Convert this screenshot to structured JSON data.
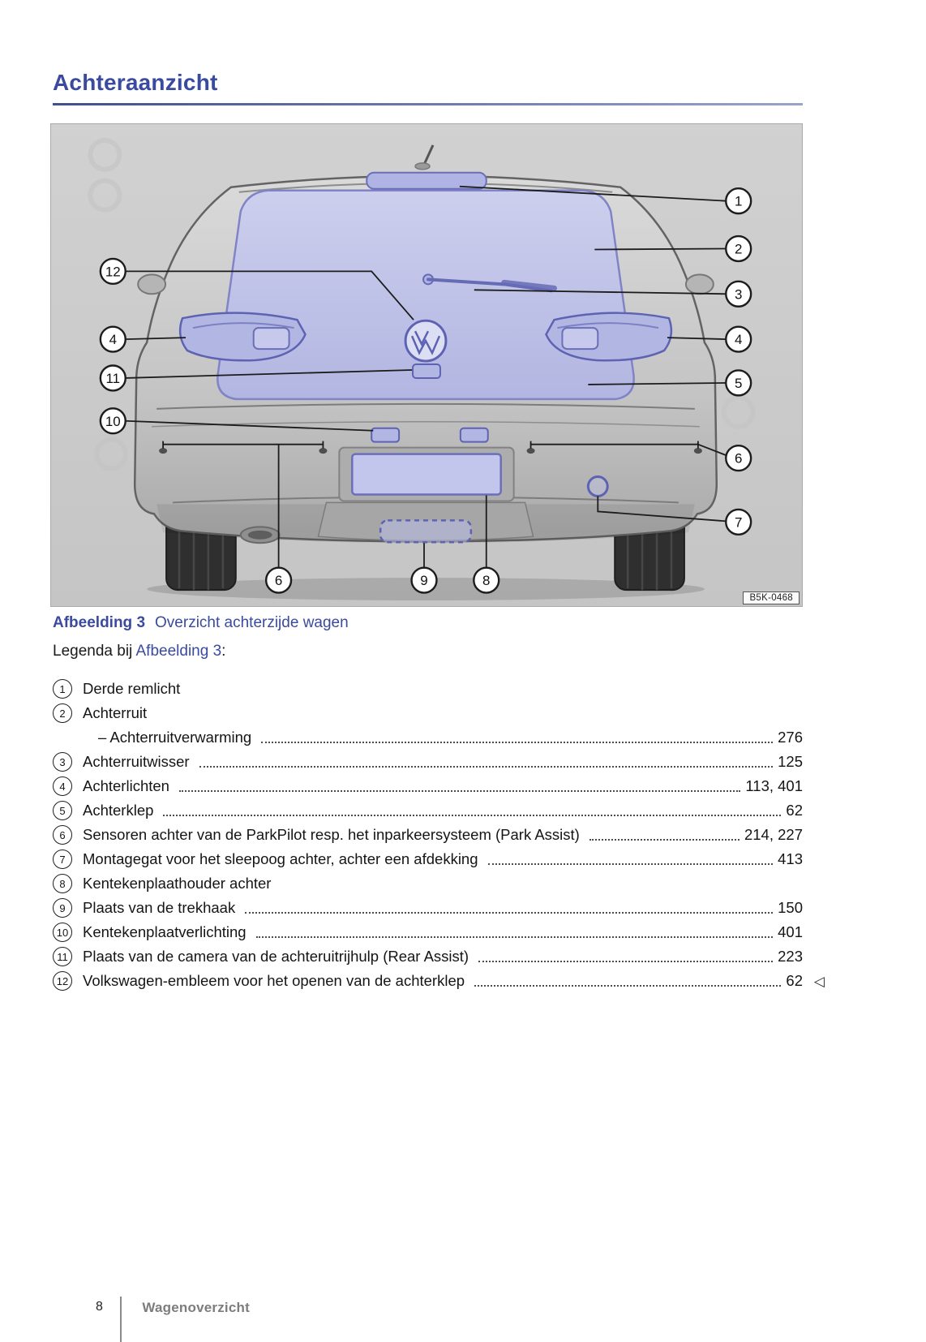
{
  "page": {
    "title": "Achteraanzicht",
    "footer": {
      "page_number": "8",
      "section": "Wagenoverzicht"
    }
  },
  "figure": {
    "caption_label": "Afbeelding 3",
    "caption_text": "Overzicht achterzijde wagen",
    "image_code": "B5K-0468",
    "callout_numbers": [
      "1",
      "2",
      "3",
      "4",
      "5",
      "6",
      "7",
      "12",
      "4",
      "11",
      "10",
      "6",
      "9",
      "8"
    ]
  },
  "legend": {
    "intro_prefix": "Legenda bij",
    "intro_link": "Afbeelding 3",
    "intro_suffix": ":",
    "items": [
      {
        "num": "1",
        "label": "Derde remlicht",
        "page": ""
      },
      {
        "num": "2",
        "label": "Achterruit",
        "page": ""
      },
      {
        "num": "",
        "label": "– Achterruitverwarming",
        "page": "276"
      },
      {
        "num": "3",
        "label": "Achterruitwisser",
        "page": "125"
      },
      {
        "num": "4",
        "label": "Achterlichten",
        "page": "113, 401"
      },
      {
        "num": "5",
        "label": "Achterklep",
        "page": "62"
      },
      {
        "num": "6",
        "label": "Sensoren achter van de ParkPilot resp. het inparkeersysteem (Park Assist)",
        "page": "214, 227"
      },
      {
        "num": "7",
        "label": "Montagegat voor het sleepoog achter, achter een afdekking",
        "page": "413"
      },
      {
        "num": "8",
        "label": "Kentekenplaathouder achter",
        "page": ""
      },
      {
        "num": "9",
        "label": "Plaats van de trekhaak",
        "page": "150"
      },
      {
        "num": "10",
        "label": "Kentekenplaatverlichting",
        "page": "401"
      },
      {
        "num": "11",
        "label": "Plaats van de camera van de achteruitrijhulp (Rear Assist)",
        "page": "223"
      },
      {
        "num": "12",
        "label": "Volkswagen-embleem voor het openen van de achterklep",
        "page": "62",
        "suffix": "◁"
      }
    ]
  },
  "colors": {
    "accent_blue": "#3a4a9f",
    "highlight_purple": "#5d63b2",
    "panel_gray": "#cbcbcb"
  }
}
